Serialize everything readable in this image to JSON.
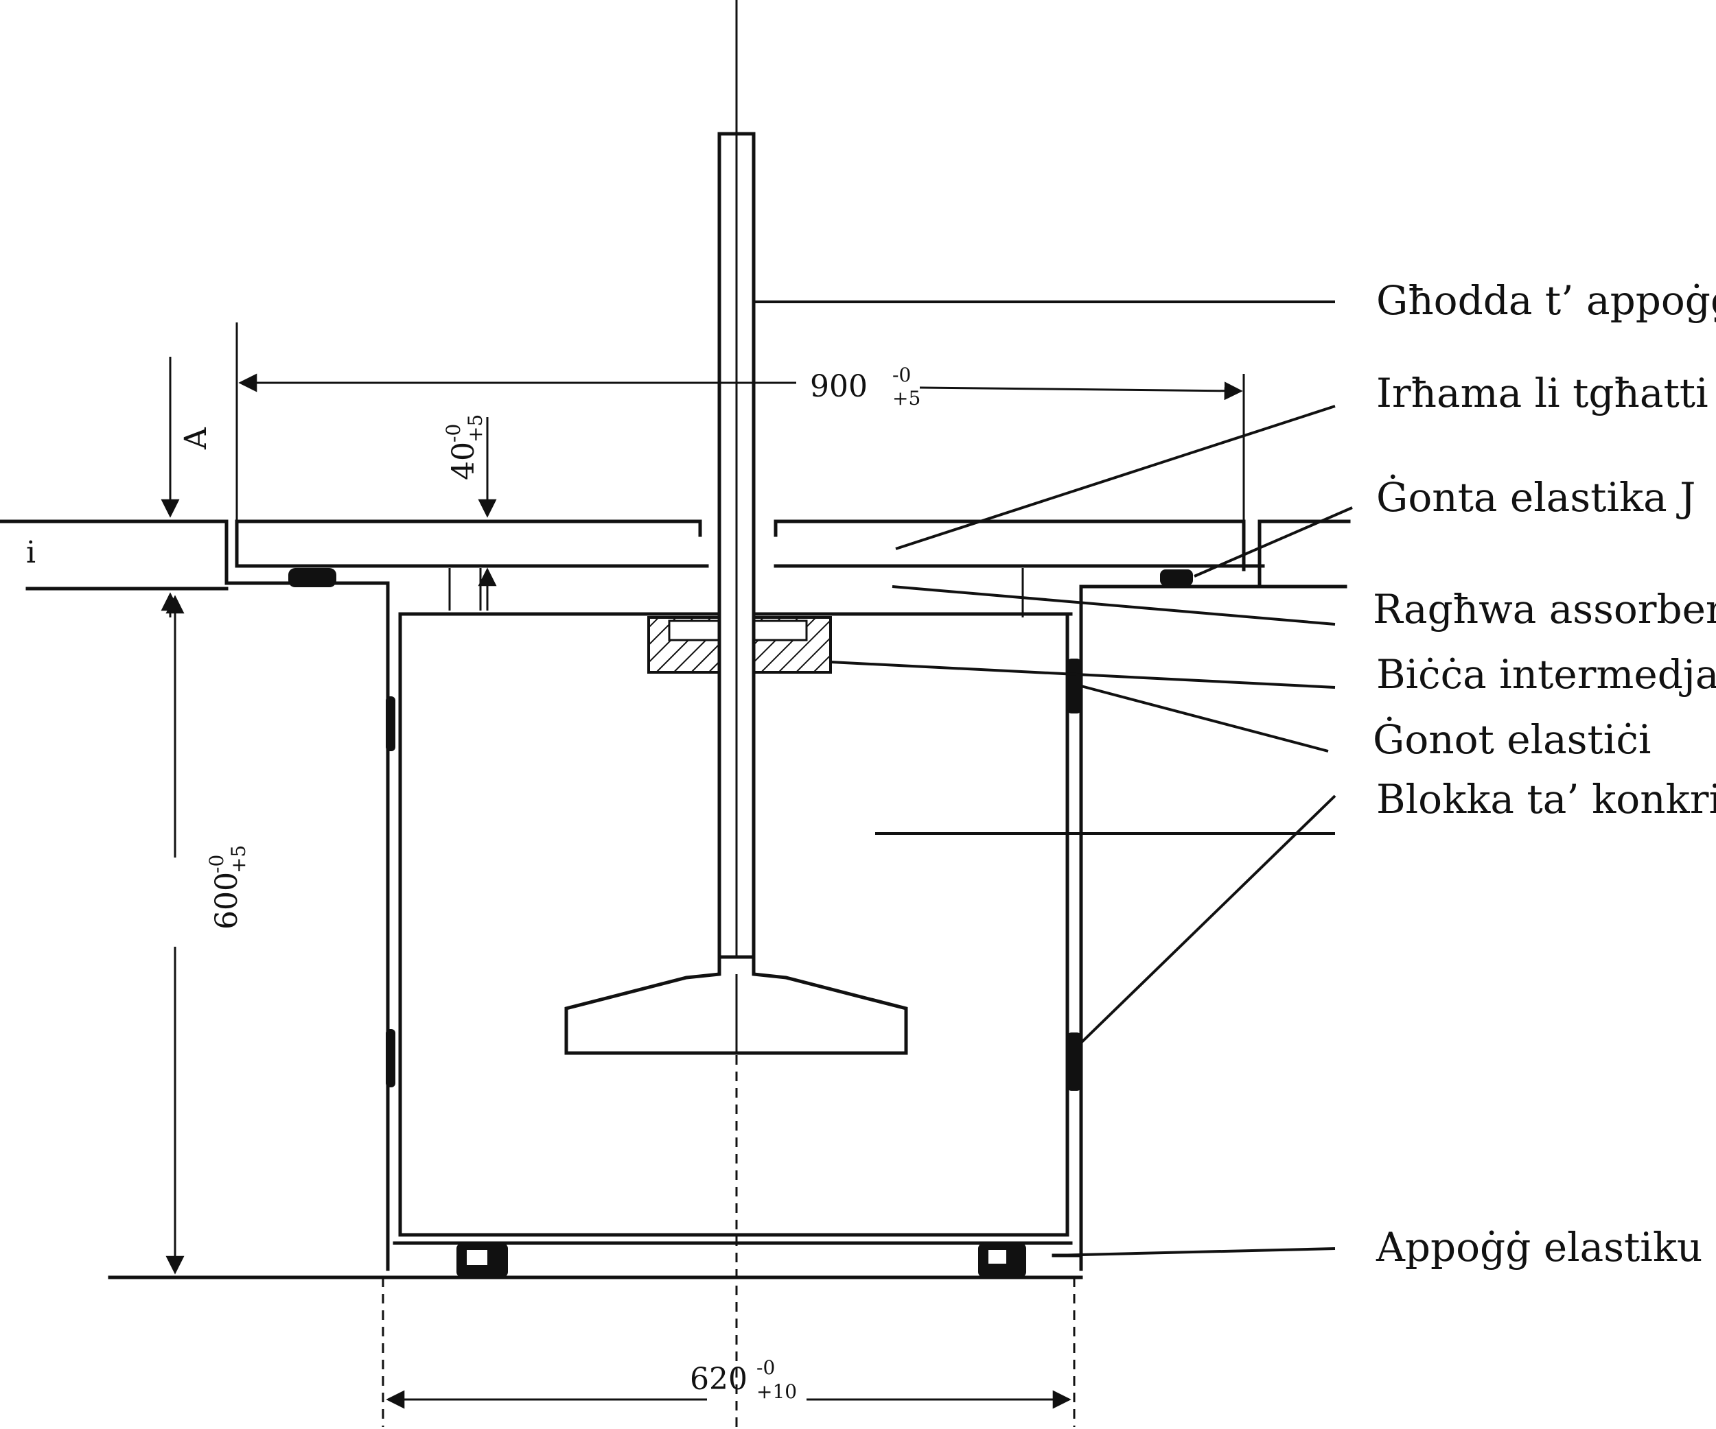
{
  "labels": {
    "tool_support": "Għodda t’ appoġġ",
    "top_mesh": "Irħama li tgħatti",
    "joint_j": "Ġonta elastika J",
    "foam": "Ragħwa assorbenti",
    "intermediate": "Biċċa intermedjarja",
    "joints": "Ġonot elastiċi",
    "block": "Blokka ta’ konkri",
    "support": "Appoġġ elastiku"
  },
  "dimensions": {
    "width_top": {
      "value": "900",
      "upper": "-0",
      "lower": "+5"
    },
    "gap": {
      "value": "40",
      "upper": "-0",
      "lower": "+5"
    },
    "height": {
      "value": "600",
      "upper": "-0",
      "lower": "+5"
    },
    "width_bottom": {
      "value": "620",
      "upper": "-0",
      "lower": "+10"
    },
    "marker_a": "A",
    "marker_i": "i"
  }
}
